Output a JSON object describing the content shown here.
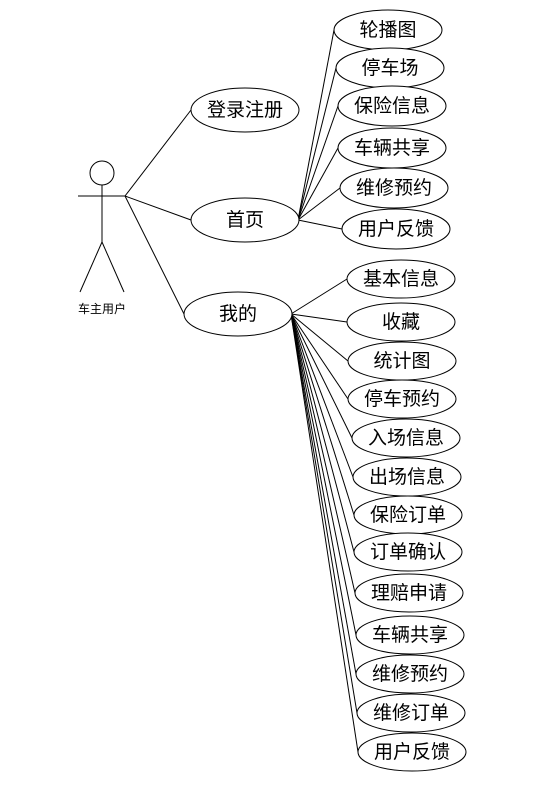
{
  "actor": {
    "label": "车主用户"
  },
  "level1": [
    {
      "id": "login",
      "label": "登录注册"
    },
    {
      "id": "home",
      "label": "首页"
    },
    {
      "id": "mine",
      "label": "我的"
    }
  ],
  "home_children": [
    {
      "id": "carousel",
      "label": "轮播图"
    },
    {
      "id": "parking-lot",
      "label": "停车场"
    },
    {
      "id": "insurance-info",
      "label": "保险信息"
    },
    {
      "id": "car-sharing",
      "label": "车辆共享"
    },
    {
      "id": "repair-booking",
      "label": "维修预约"
    },
    {
      "id": "user-feedback",
      "label": "用户反馈"
    }
  ],
  "mine_children": [
    {
      "id": "basic-info",
      "label": "基本信息"
    },
    {
      "id": "favorites",
      "label": "收藏"
    },
    {
      "id": "statistics-chart",
      "label": "统计图"
    },
    {
      "id": "parking-booking",
      "label": "停车预约"
    },
    {
      "id": "entry-info",
      "label": "入场信息"
    },
    {
      "id": "exit-info",
      "label": "出场信息"
    },
    {
      "id": "insurance-order",
      "label": "保险订单"
    },
    {
      "id": "order-confirm",
      "label": "订单确认"
    },
    {
      "id": "claim-application",
      "label": "理赔申请"
    },
    {
      "id": "car-sharing-mine",
      "label": "车辆共享"
    },
    {
      "id": "repair-booking-mine",
      "label": "维修预约"
    },
    {
      "id": "repair-order",
      "label": "维修订单"
    },
    {
      "id": "user-feedback-mine",
      "label": "用户反馈"
    }
  ]
}
